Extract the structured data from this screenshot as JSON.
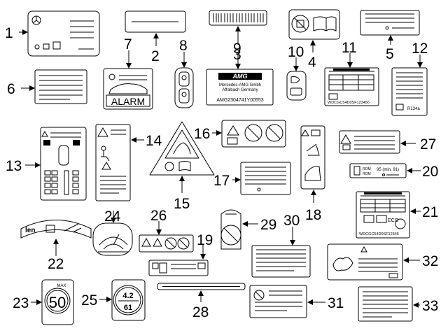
{
  "callouts": [
    "1",
    "2",
    "3",
    "4",
    "5",
    "6",
    "7",
    "8",
    "9",
    "10",
    "11",
    "12",
    "13",
    "14",
    "15",
    "16",
    "17",
    "18",
    "19",
    "20",
    "21",
    "22",
    "23",
    "24",
    "25",
    "26",
    "27",
    "28",
    "29",
    "30",
    "31",
    "32",
    "33"
  ],
  "labels": {
    "alarm": "ALARM",
    "amg_brand": "AMG",
    "amg_company": "Mercedes-AMG Gmbh",
    "amg_city": "Affalbach Germany",
    "amg_code": "AMG2304741Y00553",
    "vin_11": "WDCGC54D0SF123456",
    "vin_21": "WDCGC54D0SF12345",
    "refrigerant": "R134a",
    "eco": "ECO",
    "rom_1": "ROM",
    "rom_2": "ROM",
    "fuel_grade": "95 (min. 91)",
    "len": "len",
    "max": "MAX",
    "speed_50": "50",
    "tire_42": "4.2",
    "tire_61": "61"
  }
}
